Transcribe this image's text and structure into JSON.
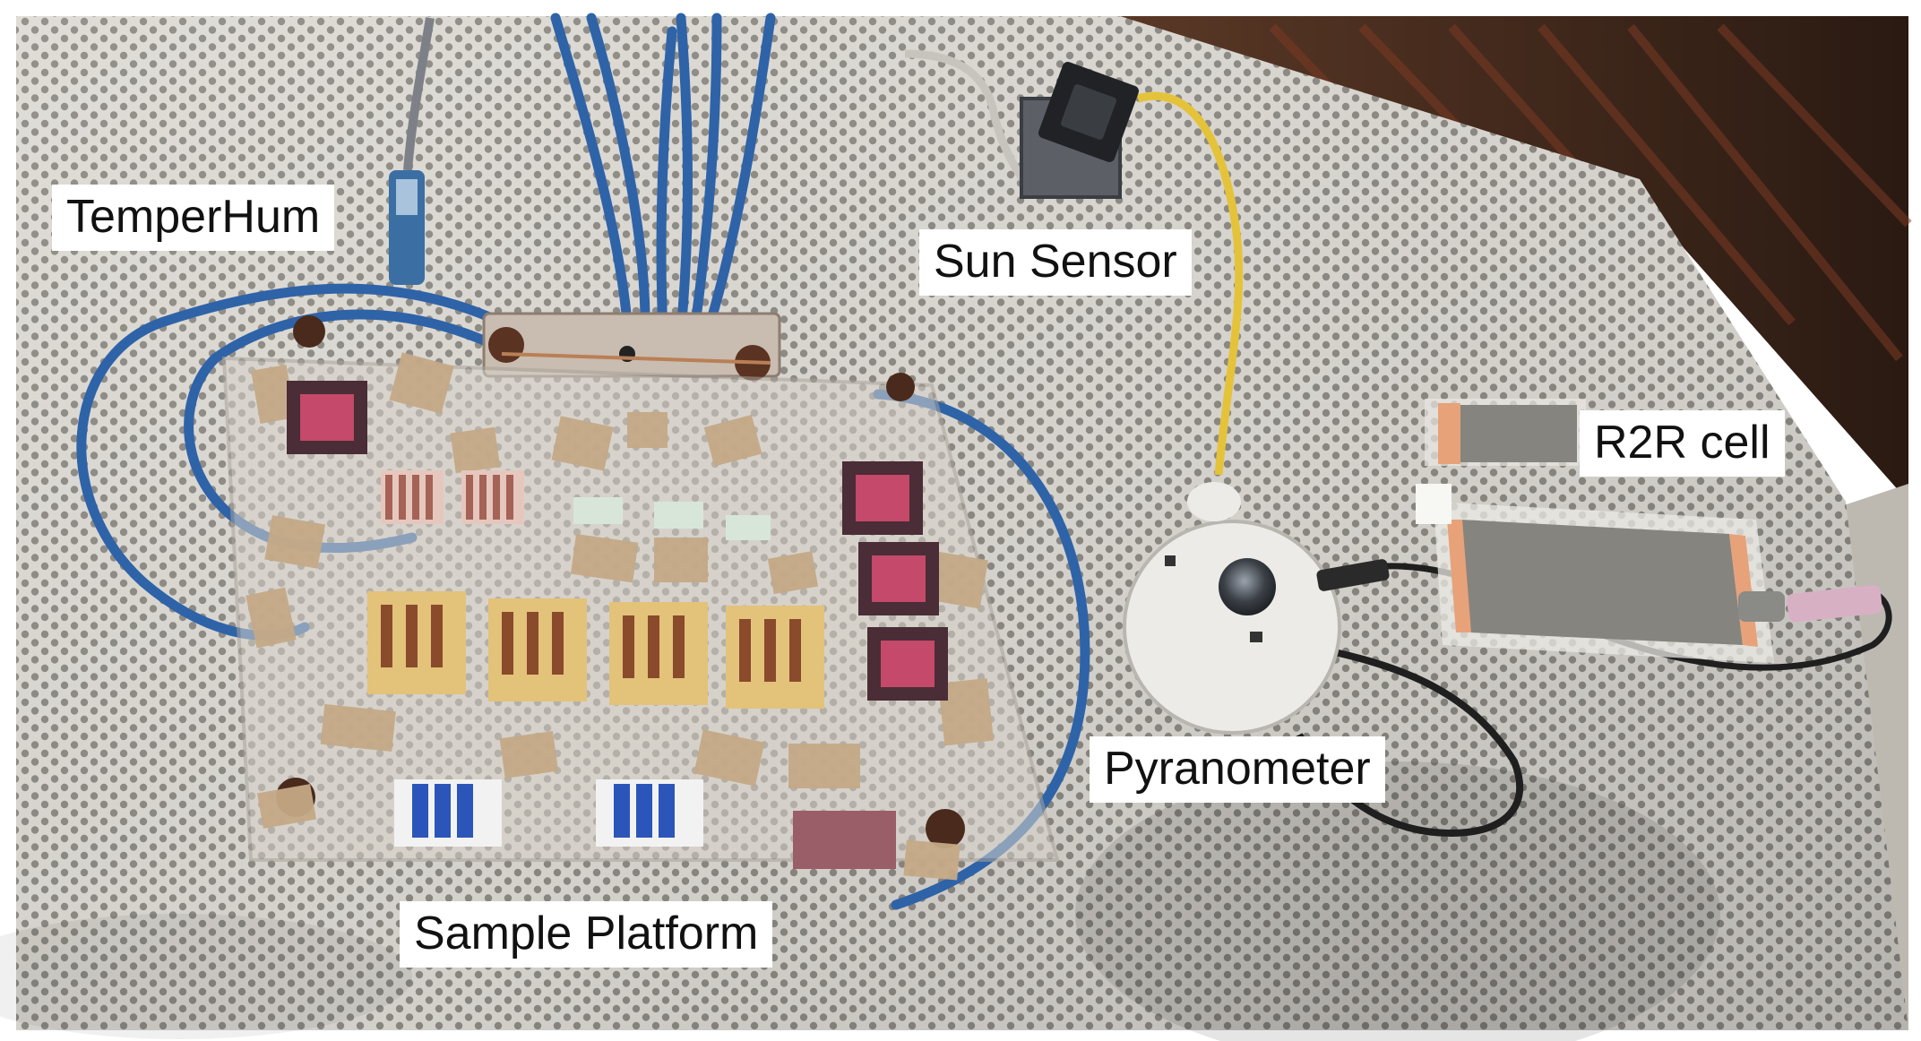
{
  "labels": {
    "temperhum": "TemperHum",
    "sun_sensor": "Sun Sensor",
    "r2r_cell": "R2R cell",
    "pyranometer": "Pyranometer",
    "sample_platform": "Sample Platform"
  },
  "colors": {
    "table": "#d9d6d0",
    "table_hole": "#8e8b86",
    "cable_blue": "#2f63a8",
    "cable_yellow": "#e4c33a",
    "tape": "#c4a986",
    "gold_cell": "#e3c27a",
    "pink_cell": "#b34a63",
    "blue_cell": "#2b55b8",
    "r2r_cell": "#86847f",
    "dark_background": "#3a2418"
  }
}
